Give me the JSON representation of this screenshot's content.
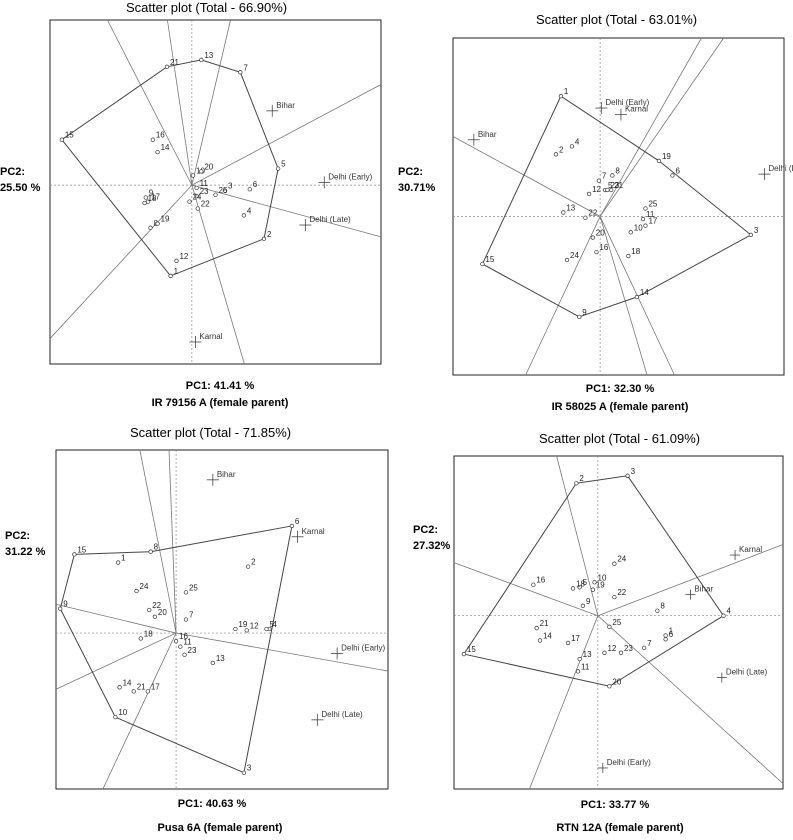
{
  "chart_data": [
    {
      "type": "scatter",
      "title": "Scatter plot (Total - 66.90%)",
      "xlabel": "PC1: 41.41 %",
      "ylabel_line1": "PC2:",
      "ylabel_line2": "25.50 %",
      "subtitle": "IR 79156 A (female parent)",
      "genotypes": [
        {
          "label": "1",
          "x": -0.18,
          "y": -0.66
        },
        {
          "label": "2",
          "x": 0.61,
          "y": -0.39
        },
        {
          "label": "3",
          "x": 0.28,
          "y": -0.04
        },
        {
          "label": "4",
          "x": 0.44,
          "y": -0.22
        },
        {
          "label": "5",
          "x": 0.73,
          "y": 0.12
        },
        {
          "label": "6",
          "x": 0.49,
          "y": -0.03
        },
        {
          "label": "7",
          "x": 0.41,
          "y": 0.82
        },
        {
          "label": "8",
          "x": -0.35,
          "y": -0.31
        },
        {
          "label": "9",
          "x": -0.39,
          "y": -0.09
        },
        {
          "label": "10",
          "x": 0.01,
          "y": 0.07
        },
        {
          "label": "11",
          "x": 0.04,
          "y": -0.02
        },
        {
          "label": "12",
          "x": -0.13,
          "y": -0.55
        },
        {
          "label": "13",
          "x": 0.08,
          "y": 0.91
        },
        {
          "label": "14",
          "x": -0.29,
          "y": 0.24
        },
        {
          "label": "15",
          "x": -1.1,
          "y": 0.33
        },
        {
          "label": "16",
          "x": -0.33,
          "y": 0.33
        },
        {
          "label": "17",
          "x": -0.37,
          "y": -0.12
        },
        {
          "label": "18",
          "x": -0.4,
          "y": -0.13
        },
        {
          "label": "19",
          "x": -0.29,
          "y": -0.28
        },
        {
          "label": "20",
          "x": 0.08,
          "y": 0.1
        },
        {
          "label": "21",
          "x": -0.21,
          "y": 0.86
        },
        {
          "label": "22",
          "x": 0.05,
          "y": -0.17
        },
        {
          "label": "23",
          "x": 0.04,
          "y": -0.08
        },
        {
          "label": "24",
          "x": -0.02,
          "y": -0.12
        },
        {
          "label": "25",
          "x": 0.2,
          "y": -0.07
        }
      ],
      "hull": [
        "15",
        "21",
        "13",
        "7",
        "5",
        "2",
        "1",
        "15"
      ],
      "environments": [
        {
          "label": "Bihar",
          "x": 0.68,
          "y": 0.54
        },
        {
          "label": "Delhi (Early)",
          "x": 1.12,
          "y": 0.02
        },
        {
          "label": "Delhi (Late)",
          "x": 0.96,
          "y": -0.29
        },
        {
          "label": "Karnal",
          "x": 0.03,
          "y": -1.14
        }
      ],
      "xlim": [
        -1.2,
        1.6
      ],
      "ylim": [
        -1.3,
        1.2
      ],
      "grid": false
    },
    {
      "type": "scatter",
      "title": "Scatter plot (Total - 63.01%)",
      "xlabel": "PC1: 32.30 %",
      "ylabel_line1": "PC2:",
      "ylabel_line2": "30.71%",
      "subtitle": "IR 58025 A (female parent)",
      "genotypes": [
        {
          "label": "1",
          "x": -0.32,
          "y": 0.91
        },
        {
          "label": "2",
          "x": -0.36,
          "y": 0.47
        },
        {
          "label": "3",
          "x": 1.23,
          "y": -0.14
        },
        {
          "label": "4",
          "x": -0.23,
          "y": 0.53
        },
        {
          "label": "5",
          "x": 0.04,
          "y": 0.2
        },
        {
          "label": "6",
          "x": 0.59,
          "y": 0.31
        },
        {
          "label": "7",
          "x": -0.01,
          "y": 0.27
        },
        {
          "label": "8",
          "x": 0.1,
          "y": 0.31
        },
        {
          "label": "9",
          "x": -0.17,
          "y": -0.76
        },
        {
          "label": "10",
          "x": 0.25,
          "y": -0.12
        },
        {
          "label": "11",
          "x": 0.35,
          "y": -0.02
        },
        {
          "label": "12",
          "x": -0.09,
          "y": 0.17
        },
        {
          "label": "13",
          "x": -0.3,
          "y": 0.03
        },
        {
          "label": "14",
          "x": 0.3,
          "y": -0.61
        },
        {
          "label": "15",
          "x": -0.96,
          "y": -0.36
        },
        {
          "label": "16",
          "x": -0.03,
          "y": -0.27
        },
        {
          "label": "17",
          "x": 0.37,
          "y": -0.07
        },
        {
          "label": "18",
          "x": 0.23,
          "y": -0.3
        },
        {
          "label": "19",
          "x": 0.48,
          "y": 0.42
        },
        {
          "label": "20",
          "x": -0.06,
          "y": -0.16
        },
        {
          "label": "21",
          "x": 0.09,
          "y": 0.2
        },
        {
          "label": "22",
          "x": -0.12,
          "y": -0.01
        },
        {
          "label": "23",
          "x": 0.06,
          "y": 0.2
        },
        {
          "label": "24",
          "x": -0.27,
          "y": -0.33
        },
        {
          "label": "25",
          "x": 0.37,
          "y": 0.06
        }
      ],
      "hull": [
        "1",
        "19",
        "3",
        "14",
        "9",
        "15",
        "1"
      ],
      "environments": [
        {
          "label": "Delhi (Early)",
          "x": 0.01,
          "y": 0.82
        },
        {
          "label": "Karnal",
          "x": 0.17,
          "y": 0.77
        },
        {
          "label": "Bihar",
          "x": -1.03,
          "y": 0.58
        },
        {
          "label": "Delhi (Late)",
          "x": 1.34,
          "y": 0.32
        }
      ],
      "xlim": [
        -1.2,
        1.5
      ],
      "ylim": [
        -1.2,
        1.35
      ],
      "grid": false
    },
    {
      "type": "scatter",
      "title": "Scatter plot (Total - 71.85%)",
      "xlabel": "PC1: 40.63 %",
      "ylabel_line1": "PC2:",
      "ylabel_line2": "31.22  %",
      "subtitle": "Pusa 6A (female parent)",
      "genotypes": [
        {
          "label": "1",
          "x": -0.41,
          "y": 0.52
        },
        {
          "label": "2",
          "x": 0.51,
          "y": 0.49
        },
        {
          "label": "3",
          "x": 0.48,
          "y": -1.03
        },
        {
          "label": "4",
          "x": 0.66,
          "y": 0.03
        },
        {
          "label": "5",
          "x": 0.64,
          "y": 0.03
        },
        {
          "label": "6",
          "x": 0.82,
          "y": 0.79
        },
        {
          "label": "7",
          "x": 0.07,
          "y": 0.1
        },
        {
          "label": "8",
          "x": -0.18,
          "y": 0.6
        },
        {
          "label": "9",
          "x": -0.82,
          "y": 0.18
        },
        {
          "label": "10",
          "x": -0.43,
          "y": -0.62
        },
        {
          "label": "11",
          "x": 0.03,
          "y": -0.1
        },
        {
          "label": "12",
          "x": 0.5,
          "y": 0.02
        },
        {
          "label": "13",
          "x": 0.26,
          "y": -0.22
        },
        {
          "label": "14",
          "x": -0.4,
          "y": -0.4
        },
        {
          "label": "15",
          "x": -0.72,
          "y": 0.58
        },
        {
          "label": "16",
          "x": 0.0,
          "y": -0.06
        },
        {
          "label": "17",
          "x": -0.2,
          "y": -0.43
        },
        {
          "label": "18",
          "x": -0.25,
          "y": -0.04
        },
        {
          "label": "19",
          "x": 0.42,
          "y": 0.03
        },
        {
          "label": "20",
          "x": -0.15,
          "y": 0.12
        },
        {
          "label": "21",
          "x": -0.3,
          "y": -0.43
        },
        {
          "label": "22",
          "x": -0.19,
          "y": 0.17
        },
        {
          "label": "23",
          "x": 0.06,
          "y": -0.16
        },
        {
          "label": "24",
          "x": -0.28,
          "y": 0.31
        },
        {
          "label": "25",
          "x": 0.07,
          "y": 0.3
        }
      ],
      "hull": [
        "15",
        "8",
        "6",
        "3",
        "10",
        "9",
        "15"
      ],
      "environments": [
        {
          "label": "Bihar",
          "x": 0.26,
          "y": 1.13
        },
        {
          "label": "Karnal",
          "x": 0.86,
          "y": 0.71
        },
        {
          "label": "Delhi (Early)",
          "x": 1.14,
          "y": -0.15
        },
        {
          "label": "Delhi (Late)",
          "x": 1.0,
          "y": -0.64
        }
      ],
      "xlim": [
        -0.85,
        1.5
      ],
      "ylim": [
        -1.15,
        1.35
      ],
      "grid": false
    },
    {
      "type": "scatter",
      "title": "Scatter plot (Total - 61.09%)",
      "xlabel": "PC1: 33.77 %",
      "ylabel_line1": "PC2:",
      "ylabel_line2": "27.32%",
      "subtitle": "RTN 12A (female parent)",
      "genotypes": [
        {
          "label": "1",
          "x": 0.41,
          "y": -0.16
        },
        {
          "label": "2",
          "x": -0.13,
          "y": 1.07
        },
        {
          "label": "3",
          "x": 0.18,
          "y": 1.13
        },
        {
          "label": "4",
          "x": 0.76,
          "y": 0.0
        },
        {
          "label": "5",
          "x": -0.11,
          "y": 0.23
        },
        {
          "label": "6",
          "x": 0.41,
          "y": -0.19
        },
        {
          "label": "7",
          "x": 0.28,
          "y": -0.26
        },
        {
          "label": "8",
          "x": 0.36,
          "y": 0.04
        },
        {
          "label": "9",
          "x": -0.09,
          "y": 0.08
        },
        {
          "label": "10",
          "x": -0.02,
          "y": 0.27
        },
        {
          "label": "11",
          "x": -0.12,
          "y": -0.45
        },
        {
          "label": "12",
          "x": 0.04,
          "y": -0.3
        },
        {
          "label": "13",
          "x": -0.11,
          "y": -0.35
        },
        {
          "label": "14",
          "x": -0.35,
          "y": -0.2
        },
        {
          "label": "15",
          "x": -0.81,
          "y": -0.31
        },
        {
          "label": "16",
          "x": -0.39,
          "y": 0.25
        },
        {
          "label": "17",
          "x": -0.18,
          "y": -0.22
        },
        {
          "label": "18",
          "x": -0.15,
          "y": 0.22
        },
        {
          "label": "19",
          "x": -0.03,
          "y": 0.21
        },
        {
          "label": "20",
          "x": 0.07,
          "y": -0.57
        },
        {
          "label": "21",
          "x": -0.37,
          "y": -0.1
        },
        {
          "label": "22",
          "x": 0.1,
          "y": 0.15
        },
        {
          "label": "23",
          "x": 0.14,
          "y": -0.3
        },
        {
          "label": "24",
          "x": 0.1,
          "y": 0.42
        },
        {
          "label": "25",
          "x": 0.07,
          "y": -0.09
        }
      ],
      "hull": [
        "2",
        "3",
        "4",
        "20",
        "15",
        "2"
      ],
      "environments": [
        {
          "label": "Karnal",
          "x": 0.83,
          "y": 0.49
        },
        {
          "label": "Bihar",
          "x": 0.56,
          "y": 0.17
        },
        {
          "label": "Delhi (Late)",
          "x": 0.75,
          "y": -0.5
        },
        {
          "label": "Delhi (Early)",
          "x": 0.03,
          "y": -1.23
        }
      ],
      "xlim": [
        -0.87,
        1.12
      ],
      "ylim": [
        -1.4,
        1.29
      ],
      "grid": false
    }
  ]
}
